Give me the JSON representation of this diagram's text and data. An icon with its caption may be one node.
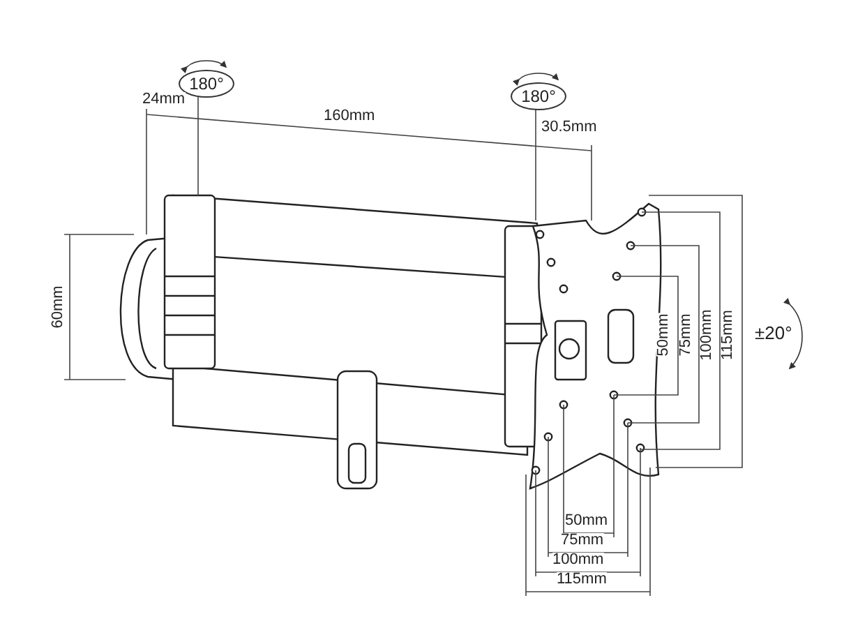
{
  "diagram": {
    "nodes": [
      {
        "text": [
          "180°"
        ]
      },
      {
        "text": [
          "180°"
        ]
      }
    ],
    "labels": [
      "24mm",
      "160mm",
      "30.5mm",
      "60mm",
      "50mm",
      "75mm",
      "100mm",
      "115mm",
      "±20°",
      "50mm",
      "75mm",
      "100mm",
      "115mm"
    ]
  }
}
